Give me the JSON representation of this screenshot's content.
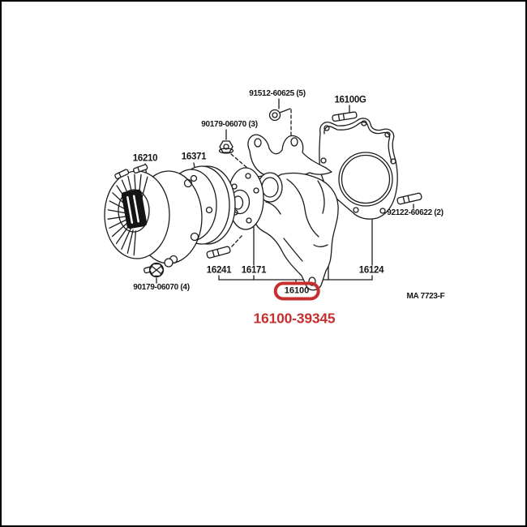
{
  "frame": {
    "background": "#ffffff",
    "border_color": "#000000",
    "ink_color": "#1c1c1c",
    "highlight_color": "#c62f2f"
  },
  "diagram": {
    "type": "exploded-parts-diagram",
    "subject": "engine water pump assembly",
    "drawing_code": "MA 7723-F",
    "highlighted_part_number": "16100",
    "highlighted_oem_number": "16100-39345",
    "labels": {
      "bolt": "91512-60625 (5)",
      "stud_16100g": "16100G",
      "nut_front": "90179-06070 (3)",
      "fan_coupling": "16210",
      "pulley": "16371",
      "stud_rear": "92122-60622 (2)",
      "stud_16241": "16241",
      "pulley_seat": "16171",
      "gasket": "16124",
      "nut_lower": "90179-06070 (4)"
    }
  }
}
